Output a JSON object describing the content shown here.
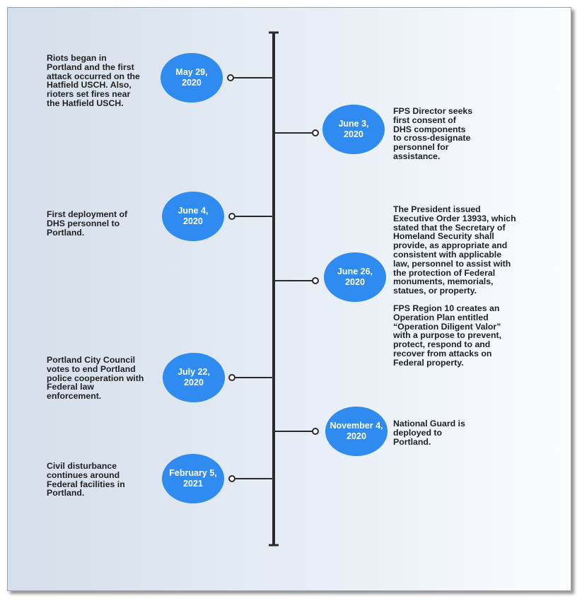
{
  "accent_color": "#2f8bf0",
  "axis_color": "#2b2b2b",
  "events": [
    {
      "date": "May 29,\n2020",
      "text": "Riots began in\nPortland and the first\nattack occurred on the\nHatfield USCH. Also,\nrioters set fires near\nthe Hatfield USCH."
    },
    {
      "date": "June 3,\n2020",
      "text": "FPS Director seeks\nfirst consent of\nDHS components\nto cross-designate\npersonnel for\nassistance."
    },
    {
      "date": "June 4,\n2020",
      "text": "First deployment of\nDHS personnel to\nPortland."
    },
    {
      "date": "June 26,\n2020",
      "text": "The President issued\nExecutive Order 13933, which\nstated that the Secretary of\nHomeland Security shall\nprovide, as appropriate and\nconsistent with applicable\nlaw, personnel to assist with\nthe protection of Federal\nmonuments, memorials,\nstatues, or property.",
      "text2": "FPS Region 10 creates an\nOperation Plan entitled\n“Operation Diligent Valor”\nwith a purpose to prevent,\nprotect, respond to and\nrecover from attacks on\nFederal property."
    },
    {
      "date": "July 22,\n2020",
      "text": "Portland City Council\nvotes to end Portland\npolice cooperation with\nFederal law\nenforcement."
    },
    {
      "date": "November 4,\n2020",
      "text": "National Guard is\ndeployed to\nPortland."
    },
    {
      "date": "February 5,\n2021",
      "text": "Civil disturbance\ncontinues around\nFederal facilities in\nPortland."
    }
  ]
}
